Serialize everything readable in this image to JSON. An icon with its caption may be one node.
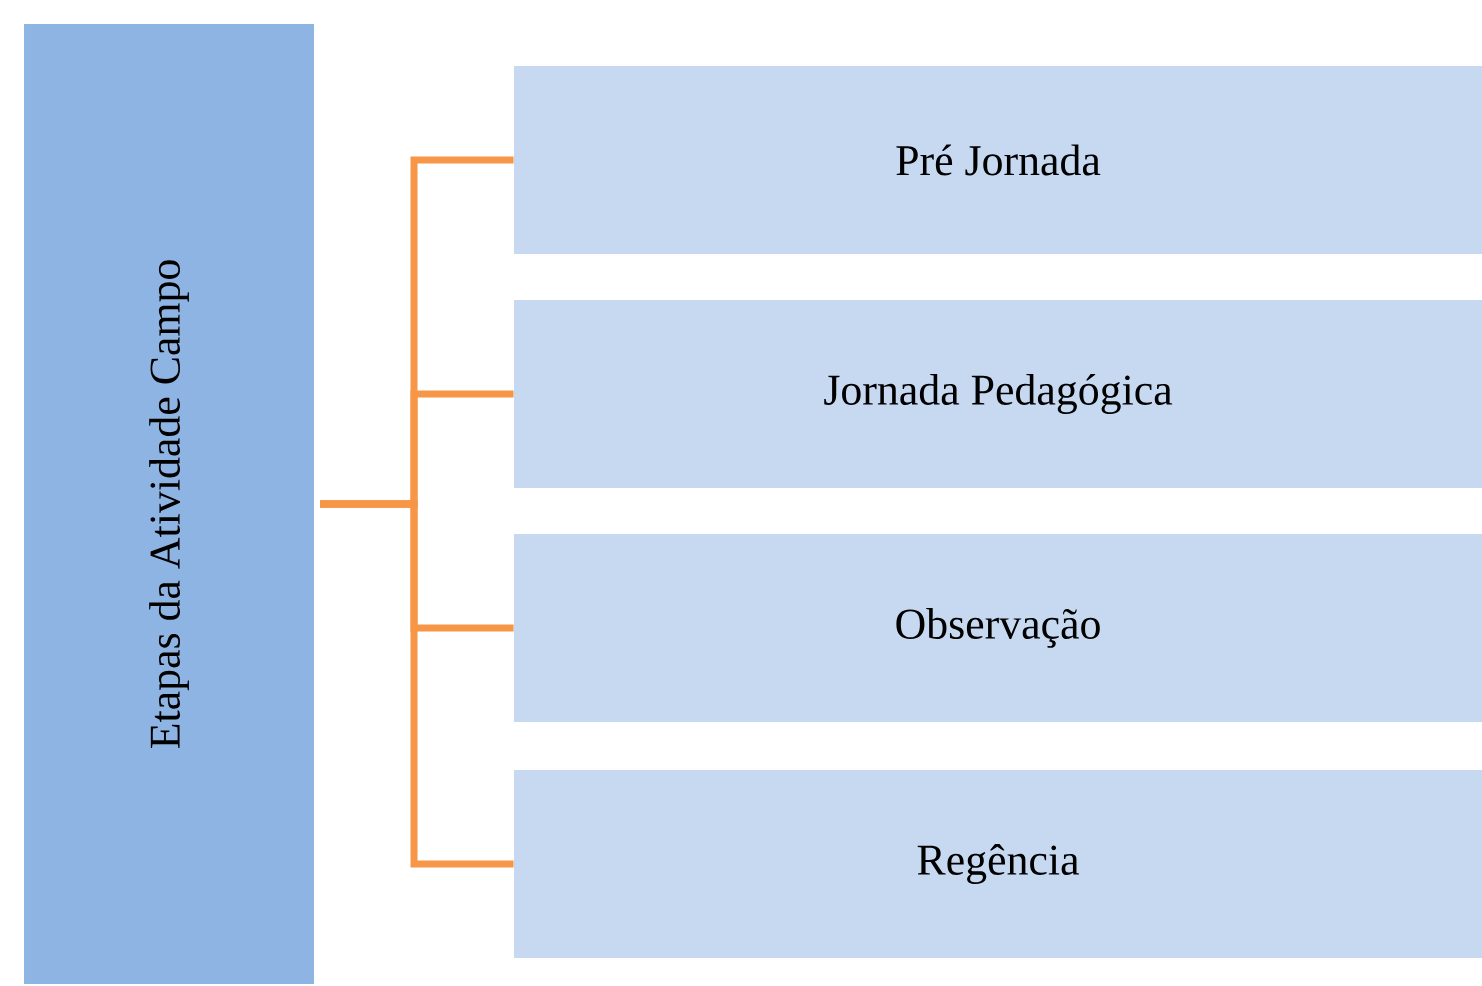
{
  "diagram": {
    "nodes": [
      {
        "text": [
          "Etapas da Atividade Campo"
        ]
      },
      {
        "text": [
          "Pré Jornada"
        ]
      },
      {
        "text": [
          "Jornada Pedagógica"
        ]
      },
      {
        "text": [
          "Observação"
        ]
      },
      {
        "text": [
          "Regência"
        ]
      }
    ],
    "edges": [
      {
        "from": 0,
        "to": 1,
        "arrow": "none"
      },
      {
        "from": 0,
        "to": 2,
        "arrow": "none"
      },
      {
        "from": 0,
        "to": 3,
        "arrow": "none"
      },
      {
        "from": 0,
        "to": 4,
        "arrow": "none"
      }
    ]
  }
}
